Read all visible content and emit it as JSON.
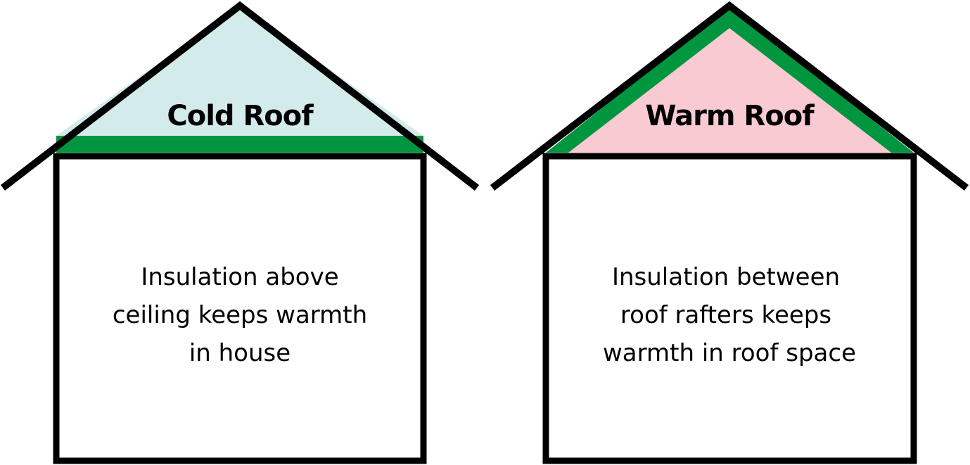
{
  "colors": {
    "outline": "#000000",
    "insulation": "#00963f",
    "cold_roof_fill": "#d3ebea",
    "warm_roof_fill": "#f9cad1",
    "background": "#ffffff"
  },
  "houses": [
    {
      "roof_title": "Cold Roof",
      "caption_lines": [
        "Insulation above",
        "ceiling keeps warmth",
        "in house"
      ]
    },
    {
      "roof_title": "Warm Roof",
      "caption_lines": [
        "Insulation between",
        "roof rafters keeps",
        "warmth in roof space"
      ]
    }
  ]
}
